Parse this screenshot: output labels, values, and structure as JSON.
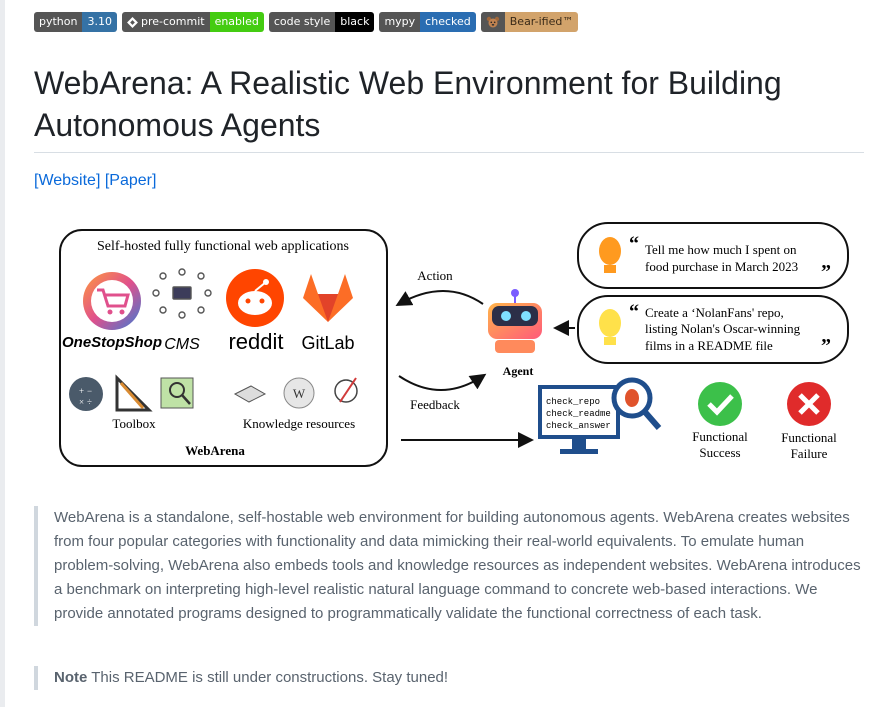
{
  "badges": [
    {
      "left": "python",
      "right": "3.10",
      "right_color": "#3572a5"
    },
    {
      "left": "pre-commit",
      "right": "enabled",
      "right_color": "#44cc11"
    },
    {
      "left": "code style",
      "right": "black",
      "right_color": "#000000"
    },
    {
      "left": "mypy",
      "right": "checked",
      "right_color": "#2a6db2"
    },
    {
      "left": "",
      "right": "Bear-ified™",
      "right_color": "#d2a36b"
    }
  ],
  "title": "WebArena: A Realistic Web Environment for Building Autonomous Agents",
  "links": {
    "website": "[Website]",
    "paper": "[Paper]"
  },
  "figure": {
    "apps_heading": "Self-hosted fully functional web applications",
    "apps": [
      "OneStopShop",
      "CMS",
      "reddit",
      "GitLab"
    ],
    "toolbox_label": "Toolbox",
    "knowledge_label": "Knowledge resources",
    "env_label": "WebArena",
    "action_label": "Action",
    "feedback_label": "Feedback",
    "agent_label": "Agent",
    "instruction_1": [
      "Tell me how much I spent on",
      "food purchase in March 2023"
    ],
    "instruction_2": [
      "Create a ‘NolanFans' repo,",
      "listing Nolan's Oscar-winning",
      "films in a README file"
    ],
    "checks": [
      "check_repo",
      "check_readme",
      "check_answer"
    ],
    "success_label": [
      "Functional",
      "Success"
    ],
    "failure_label": [
      "Functional",
      "Failure"
    ]
  },
  "description": "WebArena is a standalone, self-hostable web environment for building autonomous agents. WebArena creates websites from four popular categories with functionality and data mimicking their real-world equivalents. To emulate human problem-solving, WebArena also embeds tools and knowledge resources as independent websites. WebArena introduces a benchmark on interpreting high-level realistic natural language command to concrete web-based interactions. We provide annotated programs designed to programmatically validate the functional correctness of each task.",
  "note": {
    "label": "Note",
    "text": " This README is still under constructions. Stay tuned!"
  }
}
